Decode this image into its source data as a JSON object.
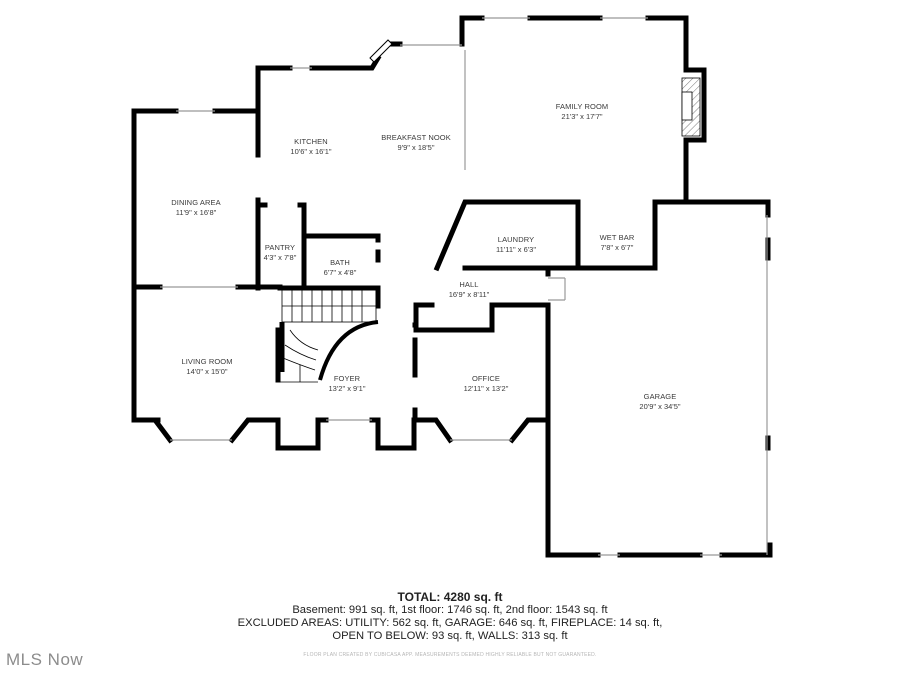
{
  "floor_plan": {
    "rooms": [
      {
        "id": "kitchen",
        "name": "KITCHEN",
        "dims": "10'6\" x 16'1\""
      },
      {
        "id": "breakfast_nook",
        "name": "BREAKFAST NOOK",
        "dims": "9'9\" x 18'5\""
      },
      {
        "id": "family_room",
        "name": "FAMILY ROOM",
        "dims": "21'3\" x 17'7\""
      },
      {
        "id": "dining_area",
        "name": "DINING AREA",
        "dims": "11'9\" x 16'8\""
      },
      {
        "id": "pantry",
        "name": "PANTRY",
        "dims": "4'3\" x 7'8\""
      },
      {
        "id": "bath",
        "name": "BATH",
        "dims": "6'7\" x 4'8\""
      },
      {
        "id": "laundry",
        "name": "LAUNDRY",
        "dims": "11'11\" x 6'3\""
      },
      {
        "id": "wet_bar",
        "name": "WET BAR",
        "dims": "7'8\" x 6'7\""
      },
      {
        "id": "hall",
        "name": "HALL",
        "dims": "16'9\" x 8'11\""
      },
      {
        "id": "living_room",
        "name": "LIVING ROOM",
        "dims": "14'0\" x 15'0\""
      },
      {
        "id": "foyer",
        "name": "FOYER",
        "dims": "13'2\" x 9'1\""
      },
      {
        "id": "office",
        "name": "OFFICE",
        "dims": "12'11\" x 13'2\""
      },
      {
        "id": "garage",
        "name": "GARAGE",
        "dims": "20'9\" x 34'5\""
      }
    ],
    "wall_color": "#000000",
    "background": "#ffffff"
  },
  "summary": {
    "total": "TOTAL: 4280 sq. ft",
    "floors": "Basement: 991 sq. ft, 1st floor: 1746 sq. ft, 2nd floor: 1543 sq. ft",
    "excluded_1": "EXCLUDED AREAS: UTILITY: 562 sq. ft, GARAGE: 646 sq. ft, FIREPLACE: 14 sq. ft,",
    "excluded_2": "OPEN TO BELOW: 93 sq. ft, WALLS: 313 sq. ft",
    "disclaimer": "FLOOR PLAN CREATED BY CUBICASA APP. MEASUREMENTS DEEMED HIGHLY RELIABLE BUT NOT GUARANTEED."
  },
  "watermark": "MLS Now"
}
